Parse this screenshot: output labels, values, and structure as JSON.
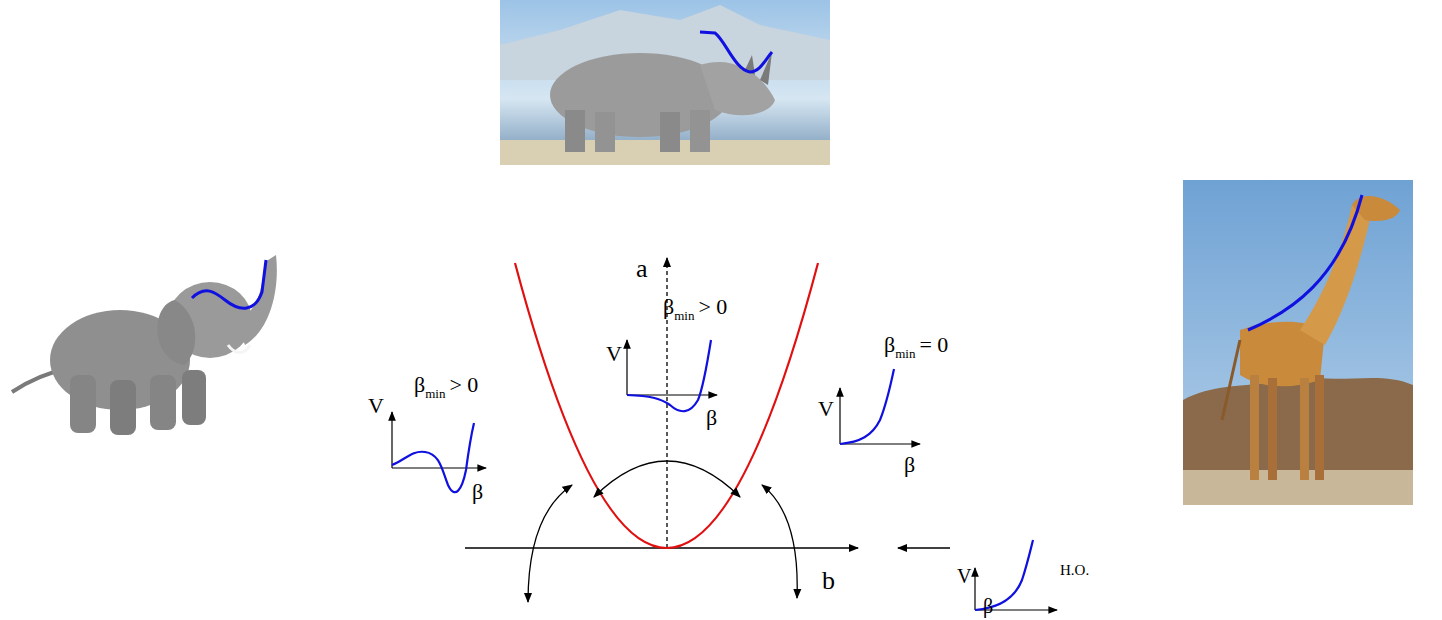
{
  "diagram": {
    "labels": [
      "β",
      "min",
      "> 0",
      "V",
      "β",
      "β",
      "min",
      "> 0",
      "V",
      "β",
      "β",
      "min",
      "= 0",
      "V",
      "β",
      "a",
      "V",
      "β",
      "H.O.",
      "b"
    ]
  }
}
